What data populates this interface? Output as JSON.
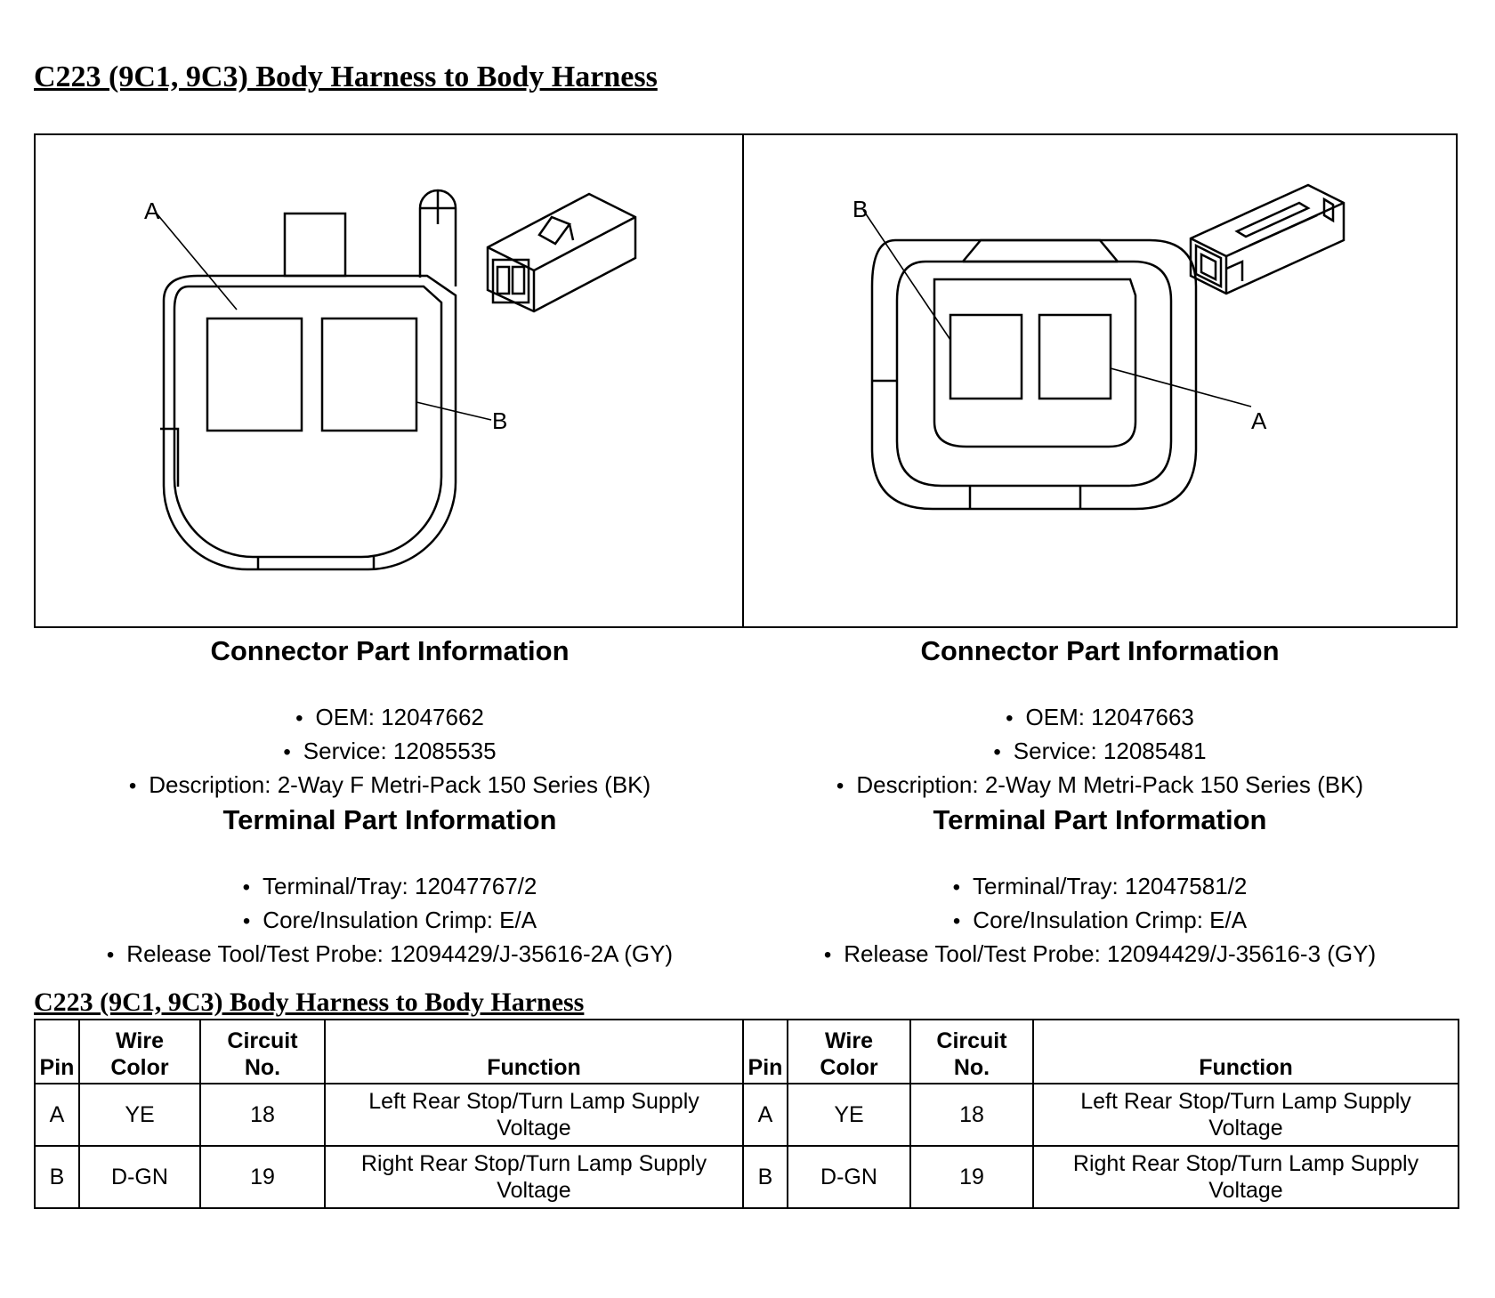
{
  "document": {
    "title": "C223 (9C1, 9C3) Body Harness to Body Harness",
    "table_title": "C223 (9C1, 9C3) Body Harness to Body Harness"
  },
  "diagram": {
    "left": {
      "callout_top": "A",
      "callout_side": "B"
    },
    "right": {
      "callout_top": "B",
      "callout_side": "A"
    }
  },
  "left": {
    "connector_heading": "Connector Part Information",
    "connector_items": [
      "OEM: 12047662",
      "Service: 12085535",
      "Description: 2-Way F Metri-Pack 150 Series (BK)"
    ],
    "terminal_heading": "Terminal Part Information",
    "terminal_items": [
      "Terminal/Tray: 12047767/2",
      "Core/Insulation Crimp: E/A",
      "Release Tool/Test Probe: 12094429/J-35616-2A (GY)"
    ]
  },
  "right": {
    "connector_heading": "Connector Part Information",
    "connector_items": [
      "OEM: 12047663",
      "Service: 12085481",
      "Description: 2-Way M Metri-Pack 150 Series (BK)"
    ],
    "terminal_heading": "Terminal Part Information",
    "terminal_items": [
      "Terminal/Tray: 12047581/2",
      "Core/Insulation Crimp: E/A",
      "Release Tool/Test Probe: 12094429/J-35616-3 (GY)"
    ]
  },
  "table": {
    "headers": {
      "pin": "Pin",
      "wire_line1": "Wire",
      "wire_line2": "Color",
      "circuit_line1": "Circuit",
      "circuit_line2": "No.",
      "function": "Function"
    },
    "left_rows": [
      {
        "pin": "A",
        "wire": "YE",
        "circuit": "18",
        "function_line1": "Left Rear Stop/Turn Lamp Supply",
        "function_line2": "Voltage"
      },
      {
        "pin": "B",
        "wire": "D-GN",
        "circuit": "19",
        "function_line1": "Right Rear Stop/Turn Lamp Supply",
        "function_line2": "Voltage"
      }
    ],
    "right_rows": [
      {
        "pin": "A",
        "wire": "YE",
        "circuit": "18",
        "function_line1": "Left Rear Stop/Turn Lamp Supply",
        "function_line2": "Voltage"
      },
      {
        "pin": "B",
        "wire": "D-GN",
        "circuit": "19",
        "function_line1": "Right Rear Stop/Turn Lamp Supply",
        "function_line2": "Voltage"
      }
    ]
  }
}
